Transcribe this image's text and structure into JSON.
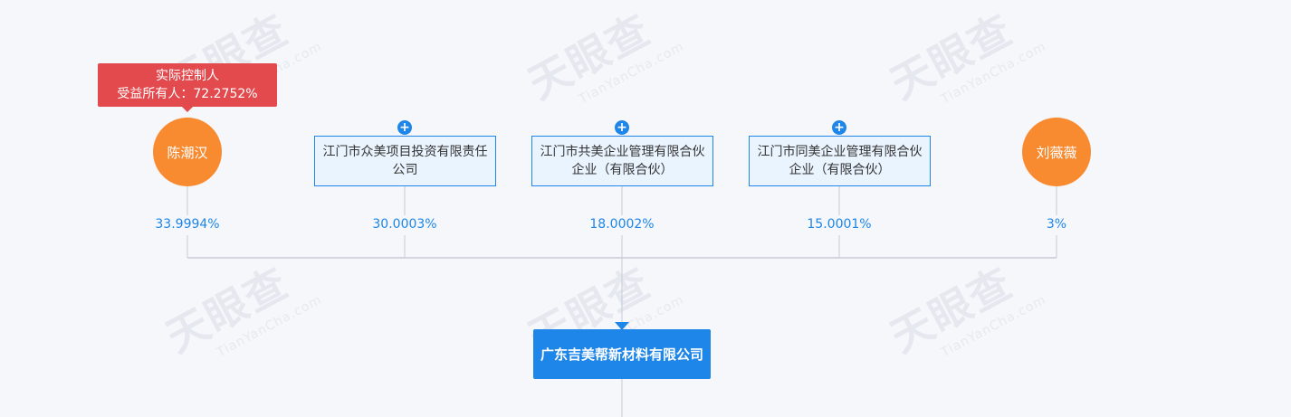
{
  "watermark": {
    "text": "天眼查",
    "sub": "TianYanCha.com"
  },
  "controller_tag": {
    "line1": "实际控制人",
    "line2": "受益所有人：72.2752%"
  },
  "shareholders": [
    {
      "name": "陈潮汉",
      "kind": "person",
      "percent": "33.9994%",
      "color": "#f88a30"
    },
    {
      "name": "江门市众美项目投资有限责任公司",
      "kind": "company",
      "percent": "30.0003%"
    },
    {
      "name": "江门市共美企业管理有限合伙企业（有限合伙）",
      "kind": "company",
      "percent": "18.0002%"
    },
    {
      "name": "江门市同美企业管理有限合伙企业（有限合伙）",
      "kind": "company",
      "percent": "15.0001%"
    },
    {
      "name": "刘薇薇",
      "kind": "person",
      "percent": "3%",
      "color": "#f88a30"
    }
  ],
  "target_company": {
    "name": "广东吉美帮新材料有限公司",
    "color": "#1e86e8"
  },
  "colors": {
    "line": "#c7ccd4",
    "accent": "#1e86e8",
    "tag": "#e24a4e"
  },
  "expand_icon": "plus-icon"
}
